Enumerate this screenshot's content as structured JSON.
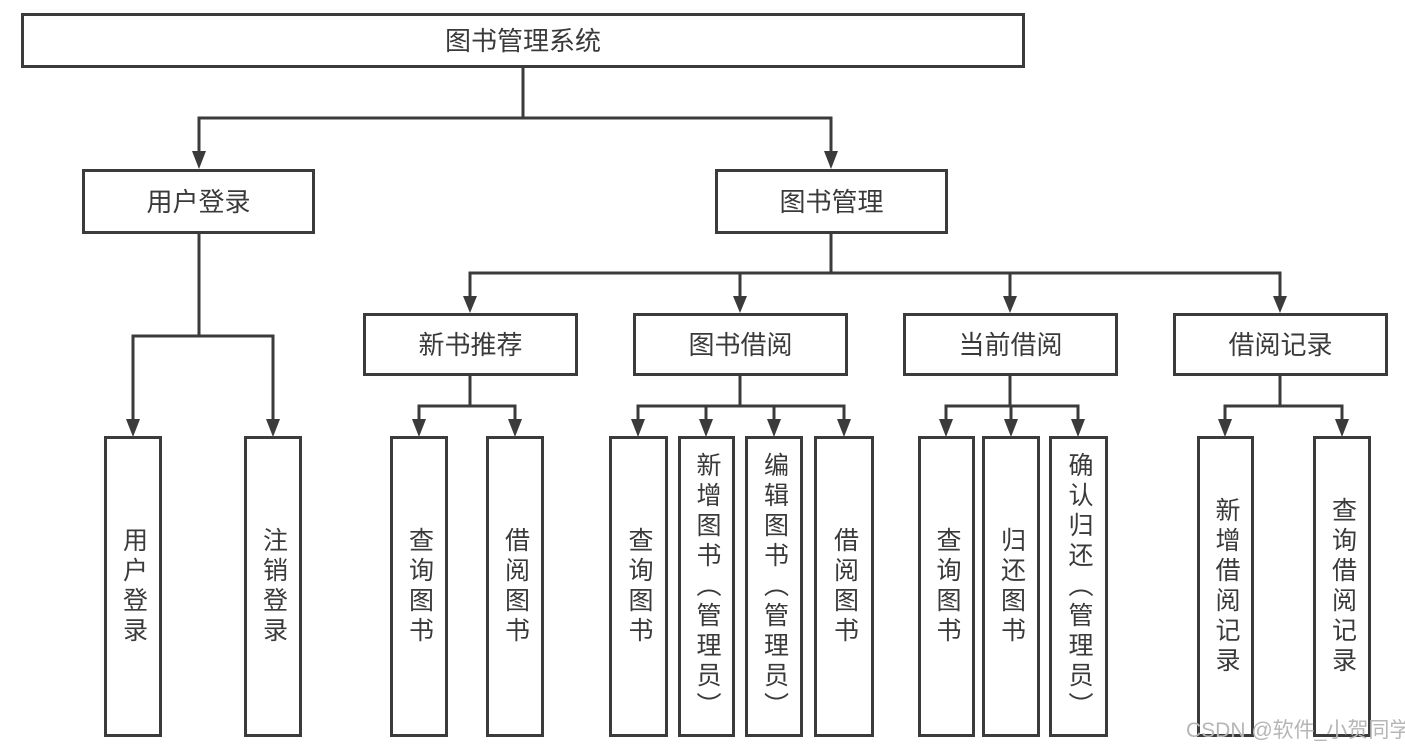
{
  "diagram": {
    "root": {
      "label": "图书管理系统",
      "children": [
        {
          "label": "用户登录",
          "children": [
            {
              "label": "用户登录"
            },
            {
              "label": "注销登录"
            }
          ]
        },
        {
          "label": "图书管理",
          "children": [
            {
              "label": "新书推荐",
              "children": [
                {
                  "label": "查询图书"
                },
                {
                  "label": "借阅图书"
                }
              ]
            },
            {
              "label": "图书借阅",
              "children": [
                {
                  "label": "查询图书"
                },
                {
                  "label": "新增图书（管理员）"
                },
                {
                  "label": "编辑图书（管理员）"
                },
                {
                  "label": "借阅图书"
                }
              ]
            },
            {
              "label": "当前借阅",
              "children": [
                {
                  "label": "查询图书"
                },
                {
                  "label": "归还图书"
                },
                {
                  "label": "确认归还（管理员）"
                }
              ]
            },
            {
              "label": "借阅记录",
              "children": [
                {
                  "label": "新增借阅记录"
                },
                {
                  "label": "查询借阅记录"
                }
              ]
            }
          ]
        }
      ]
    },
    "watermark": "CSDN @软件_小贺同学",
    "style": {
      "line_color": "#3b3b3b",
      "text_color": "#3a3a3a",
      "watermark_color": "#b6b6b6",
      "background": "#ffffff"
    }
  }
}
